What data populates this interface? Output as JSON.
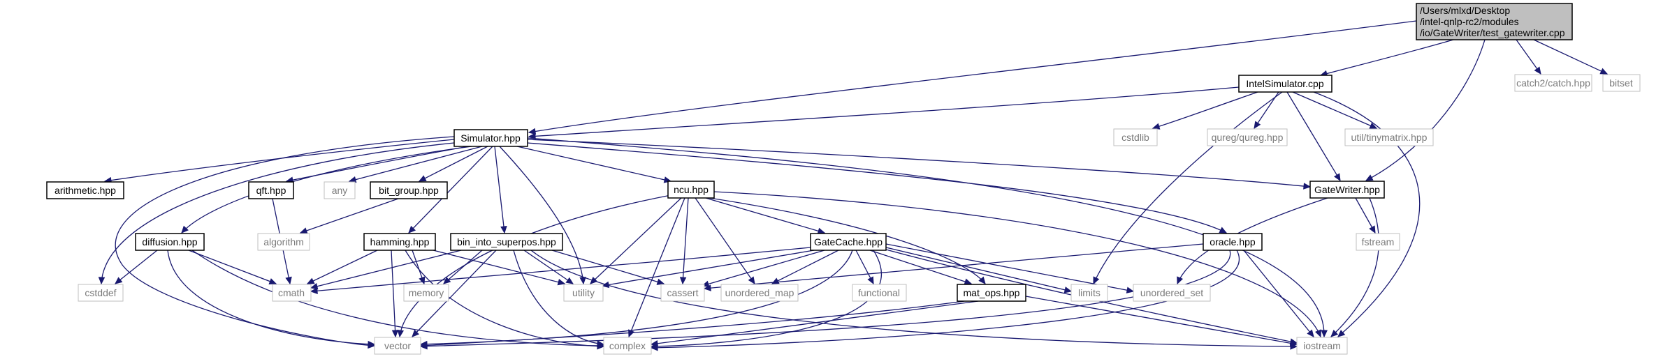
{
  "root_lines": [
    "/Users/mlxd/Desktop",
    "/intel-qnlp-rc2/modules",
    "/io/GateWriter/test_gatewriter.cpp"
  ],
  "nodes": {
    "catch": "catch2/catch.hpp",
    "bitset": "bitset",
    "intelsim": "IntelSimulator.cpp",
    "simulator": "Simulator.hpp",
    "cstdlib": "cstdlib",
    "qureg": "qureg/qureg.hpp",
    "tinymatrix": "util/tinymatrix.hpp",
    "arithmetic": "arithmetic.hpp",
    "qft": "qft.hpp",
    "any": "any",
    "bitgroup": "bit_group.hpp",
    "ncu": "ncu.hpp",
    "gatewriter": "GateWriter.hpp",
    "algorithm": "algorithm",
    "fstream": "fstream",
    "diffusion": "diffusion.hpp",
    "hamming": "hamming.hpp",
    "binsuper": "bin_into_superpos.hpp",
    "gatecache": "GateCache.hpp",
    "oracle": "oracle.hpp",
    "cstddef": "cstddef",
    "cmath": "cmath",
    "memory": "memory",
    "utility": "utility",
    "cassert": "cassert",
    "unordered_map": "unordered_map",
    "functional": "functional",
    "matops": "mat_ops.hpp",
    "limits": "limits",
    "unordered_set": "unordered_set",
    "vector": "vector",
    "complex": "complex",
    "iostream": "iostream"
  },
  "colors": {
    "edge": "#191970",
    "root_fill": "#bfbfbf",
    "system_border": "#bfbfbf",
    "system_text": "#7a7a7a"
  }
}
